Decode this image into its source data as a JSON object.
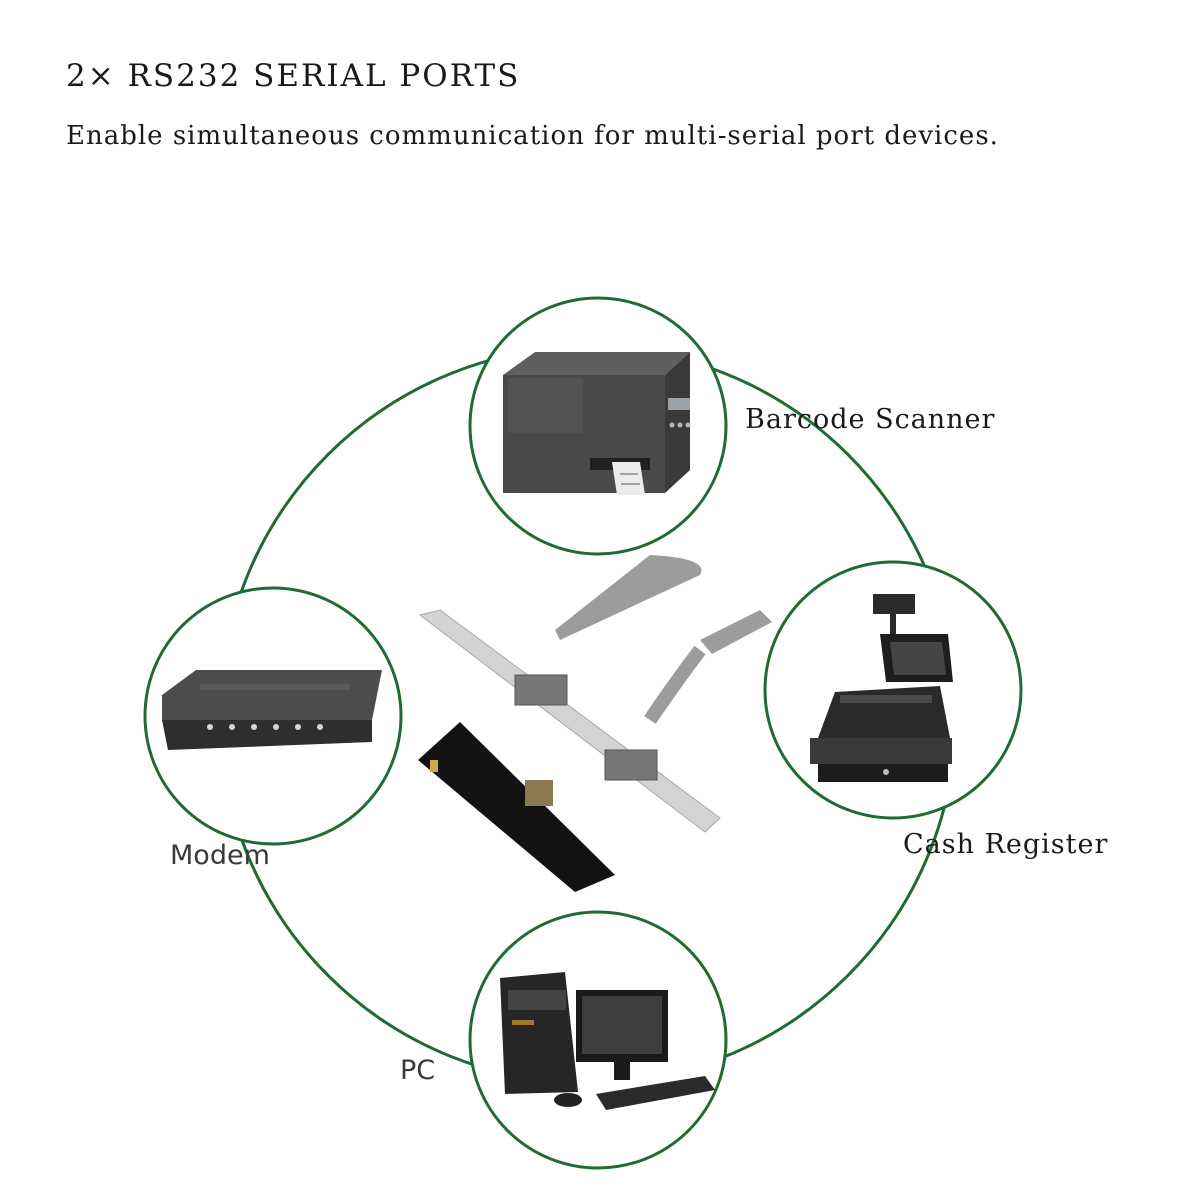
{
  "header": {
    "title": "2× RS232 SERIAL PORTS",
    "subtitle": "Enable simultaneous communication for multi-serial port devices."
  },
  "devices": [
    {
      "label": "Barcode Scanner",
      "icon": "label-printer-icon"
    },
    {
      "label": "Cash Register",
      "icon": "cash-register-icon"
    },
    {
      "label": "Modem",
      "icon": "modem-icon"
    },
    {
      "label": "PC",
      "icon": "desktop-pc-icon"
    }
  ],
  "center": {
    "icon": "m2-serial-card-icon"
  },
  "colors": {
    "ring": "#1e6b33",
    "text": "#1a1a1a"
  }
}
